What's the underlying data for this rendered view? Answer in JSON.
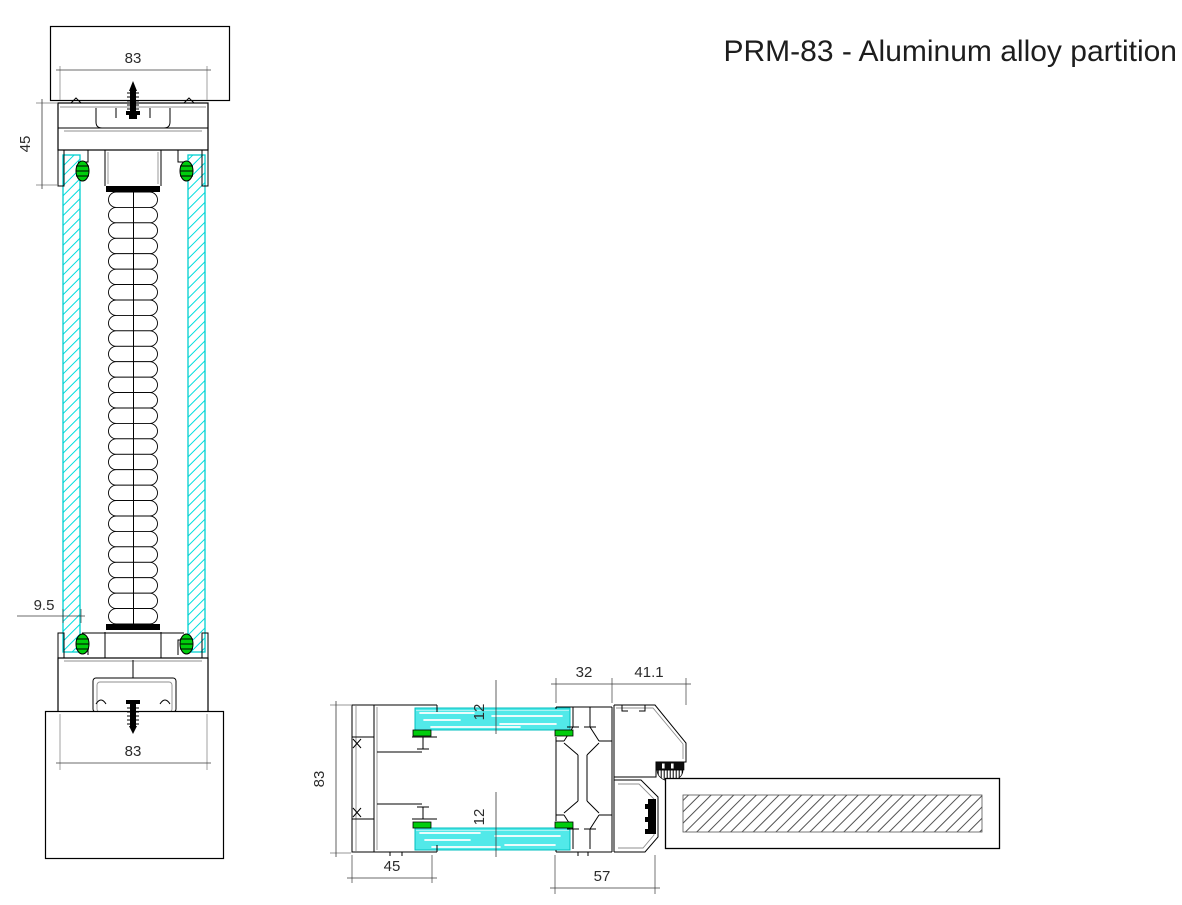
{
  "title": "PRM-83 - Aluminum alloy partition",
  "vertical_section": {
    "accordion_cells": 28,
    "dims": {
      "ceiling_width": "83",
      "frame_height": "45",
      "glass_thickness": "9.5",
      "floor_width": "83"
    }
  },
  "horizontal_section": {
    "dims": {
      "glass_top_thickness": "12",
      "glass_bottom_thickness": "12",
      "mullion_width": "32",
      "end_cap_width": "41.1",
      "profile_depth": "83",
      "jamb_width": "45",
      "door_module_width": "57"
    }
  },
  "colors": {
    "glass_cyan": "#00cfcf",
    "glass_fill": "#52e9e9",
    "gasket_green": "#00cd0c",
    "line_black": "#000000",
    "line_gray": "#8f8f8f"
  }
}
